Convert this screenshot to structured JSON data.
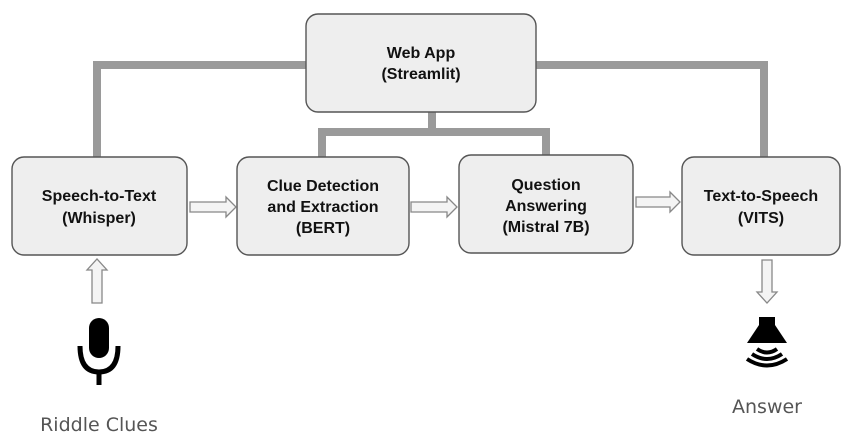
{
  "nodes": {
    "web_app": {
      "line1": "Web App",
      "line2": "(Streamlit)"
    },
    "speech_to_text": {
      "line1": "Speech-to-Text",
      "line2": "(Whisper)"
    },
    "clue_detection": {
      "line1": "Clue Detection",
      "line2": "and Extraction",
      "line3": "(BERT)"
    },
    "question_answering": {
      "line1": "Question",
      "line2": "Answering",
      "line3": "(Mistral 7B)"
    },
    "text_to_speech": {
      "line1": "Text-to-Speech",
      "line2": "(VITS)"
    }
  },
  "captions": {
    "input": "Riddle Clues",
    "output": "Answer"
  },
  "icons": {
    "input": "microphone-icon",
    "output": "speaker-icon"
  },
  "colors": {
    "box_fill": "#eeeeee",
    "box_stroke": "#555555",
    "connector": "#9a9a9a",
    "icon": "#000000"
  }
}
